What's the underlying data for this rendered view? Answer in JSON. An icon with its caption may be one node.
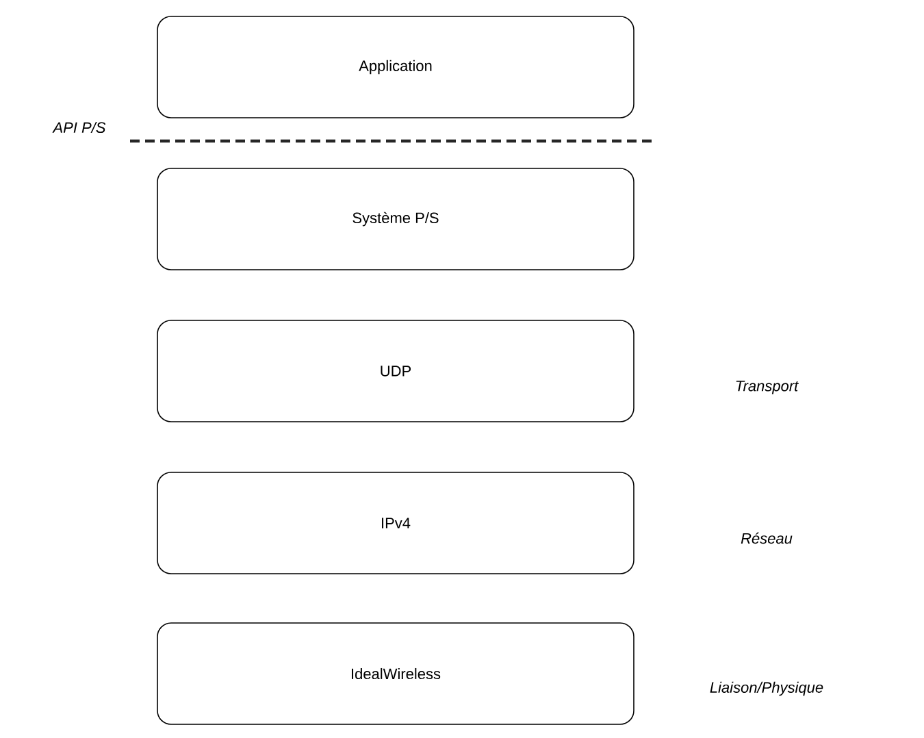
{
  "diagram": {
    "nodes": [
      {
        "text": [
          "Application"
        ]
      },
      {
        "text": [
          "Système P/S"
        ]
      },
      {
        "text": [
          "UDP"
        ]
      },
      {
        "text": [
          "IPv4"
        ]
      },
      {
        "text": [
          "IdealWireless"
        ]
      }
    ],
    "labels": [
      "API P/S",
      "Transport",
      "Réseau",
      "Liaison/Physique"
    ]
  }
}
